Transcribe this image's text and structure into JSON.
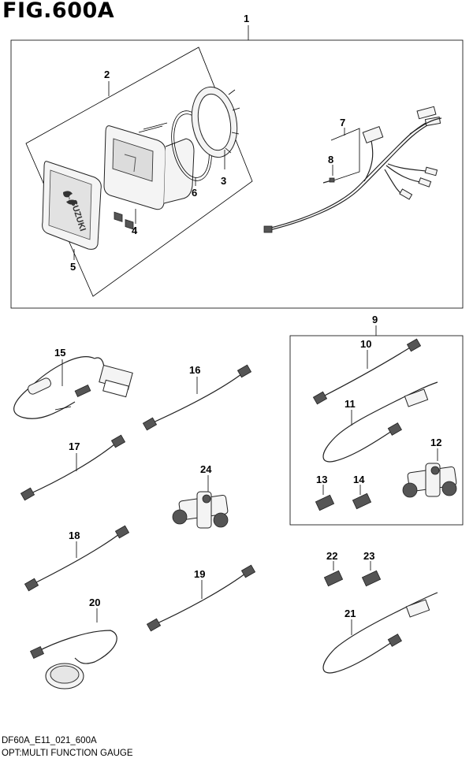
{
  "figure": {
    "title": "FIG.600A"
  },
  "footer": {
    "code": "DF60A_E11_021_600A",
    "caption": "OPT:MULTI FUNCTION GAUGE"
  },
  "brand_logo_text": "SUZUKI",
  "callouts": {
    "c1": "1",
    "c2": "2",
    "c3": "3",
    "c4": "4",
    "c5": "5",
    "c6": "6",
    "c7": "7",
    "c8": "8",
    "c9": "9",
    "c10": "10",
    "c11": "11",
    "c12": "12",
    "c13": "13",
    "c14": "14",
    "c15": "15",
    "c16": "16",
    "c17": "17",
    "c18": "18",
    "c19": "19",
    "c20": "20",
    "c21": "21",
    "c22": "22",
    "c23": "23",
    "c24": "24"
  }
}
